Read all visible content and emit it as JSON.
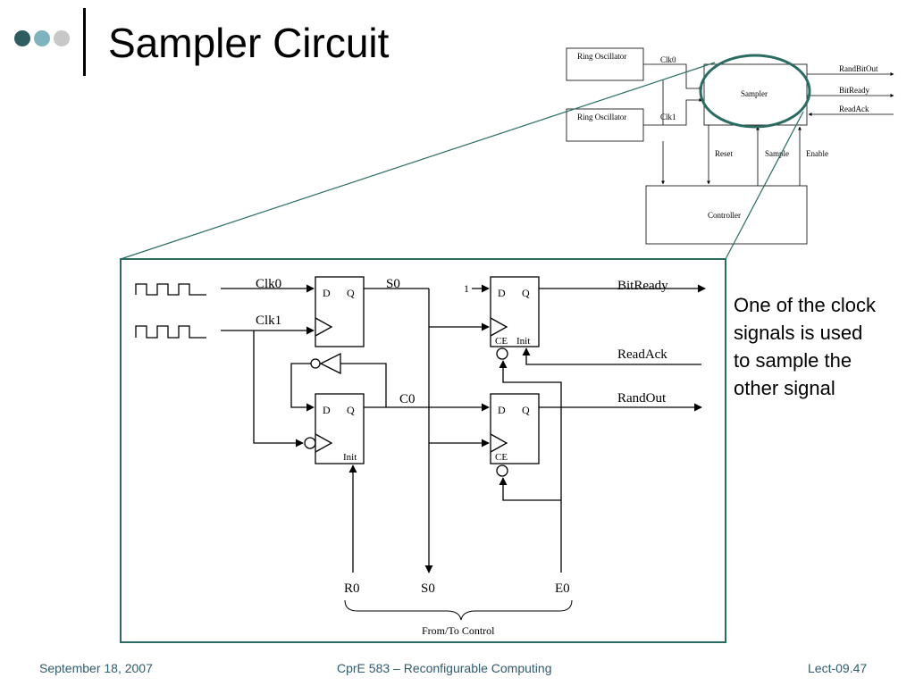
{
  "slide": {
    "title": "Sampler Circuit",
    "callout": [
      "One of the clock",
      "signals is used",
      "to sample the",
      "other signal"
    ]
  },
  "footer": {
    "date": "September 18, 2007",
    "course": "CprE 583 – Reconfigurable Computing",
    "slide_id": "Lect-09.47"
  },
  "block_diagram": {
    "ring_oscillator_1": "Ring Oscillator",
    "ring_oscillator_2": "Ring Oscillator",
    "clk0": "Clk0",
    "clk1": "Clk1",
    "sampler": "Sampler",
    "rand_bit_out": "RandBitOut",
    "bit_ready": "BitReady",
    "read_ack": "ReadAck",
    "reset": "Reset",
    "sample": "Sample",
    "enable": "Enable",
    "controller": "Controller"
  },
  "detail_circuit": {
    "clk0": "Clk0",
    "clk1": "Clk1",
    "s0_top": "S0",
    "c0": "C0",
    "one": "1",
    "bit_ready": "BitReady",
    "read_ack": "ReadAck",
    "rand_out": "RandOut",
    "r0": "R0",
    "s0_bottom": "S0",
    "e0": "E0",
    "from_to_control": "From/To Control",
    "ff_d": "D",
    "ff_q": "Q",
    "ff_ce": "CE",
    "ff_init": "Init"
  },
  "colors": {
    "highlight": "#2a6b62",
    "footer_text": "#2f5b6f"
  }
}
